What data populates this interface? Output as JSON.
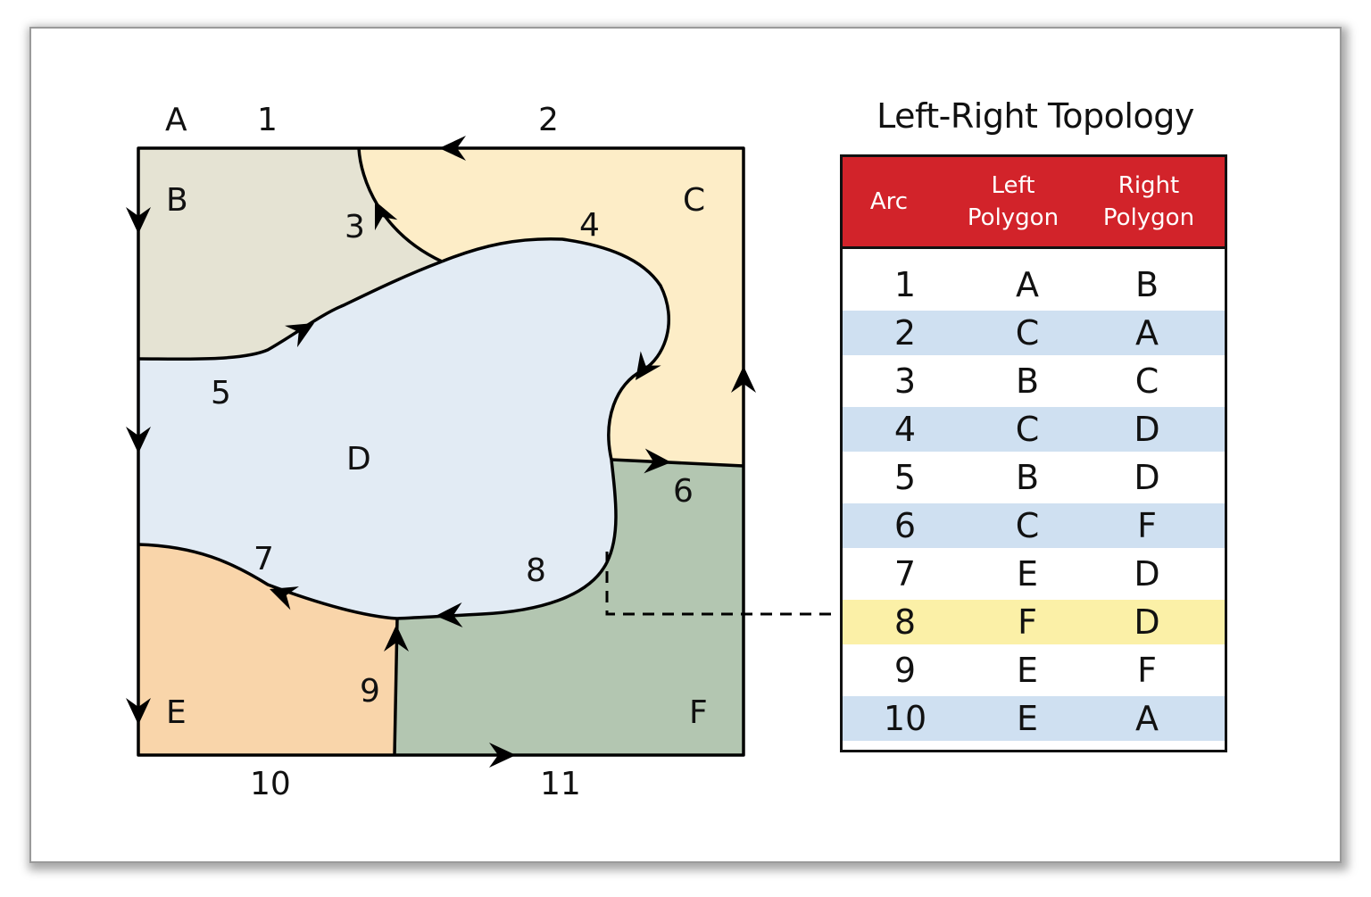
{
  "title": "Left-Right Topology",
  "table": {
    "headers": {
      "arc": "Arc",
      "left": "Left Polygon",
      "right": "Right Polygon"
    },
    "rows": [
      {
        "arc": "1",
        "left": "A",
        "right": "B",
        "style": "white"
      },
      {
        "arc": "2",
        "left": "C",
        "right": "A",
        "style": "blue"
      },
      {
        "arc": "3",
        "left": "B",
        "right": "C",
        "style": "white"
      },
      {
        "arc": "4",
        "left": "C",
        "right": "D",
        "style": "blue"
      },
      {
        "arc": "5",
        "left": "B",
        "right": "D",
        "style": "white"
      },
      {
        "arc": "6",
        "left": "C",
        "right": "F",
        "style": "blue"
      },
      {
        "arc": "7",
        "left": "E",
        "right": "D",
        "style": "white"
      },
      {
        "arc": "8",
        "left": "F",
        "right": "D",
        "style": "highlight"
      },
      {
        "arc": "9",
        "left": "E",
        "right": "F",
        "style": "white"
      },
      {
        "arc": "10",
        "left": "E",
        "right": "A",
        "style": "blue"
      }
    ],
    "colors": {
      "header": "#d2232a",
      "alt_row": "#cfe0f1",
      "highlight_row": "#fbf0a7"
    }
  },
  "map": {
    "polygons": [
      {
        "id": "A",
        "color": "#ffffff"
      },
      {
        "id": "B",
        "color": "#e5e3d3"
      },
      {
        "id": "C",
        "color": "#fdedc7"
      },
      {
        "id": "D",
        "color": "#e2ebf4"
      },
      {
        "id": "E",
        "color": "#f9d5aa"
      },
      {
        "id": "F",
        "color": "#b3c6b1"
      }
    ],
    "polygon_labels": {
      "A": "A",
      "B": "B",
      "C": "C",
      "D": "D",
      "E": "E",
      "F": "F"
    },
    "arc_labels": {
      "a1": "1",
      "a2": "2",
      "a3": "3",
      "a4": "4",
      "a5": "5",
      "a6": "6",
      "a7": "7",
      "a8": "8",
      "a9": "9",
      "a10": "10",
      "a11": "11"
    },
    "highlighted_arc": "8"
  }
}
